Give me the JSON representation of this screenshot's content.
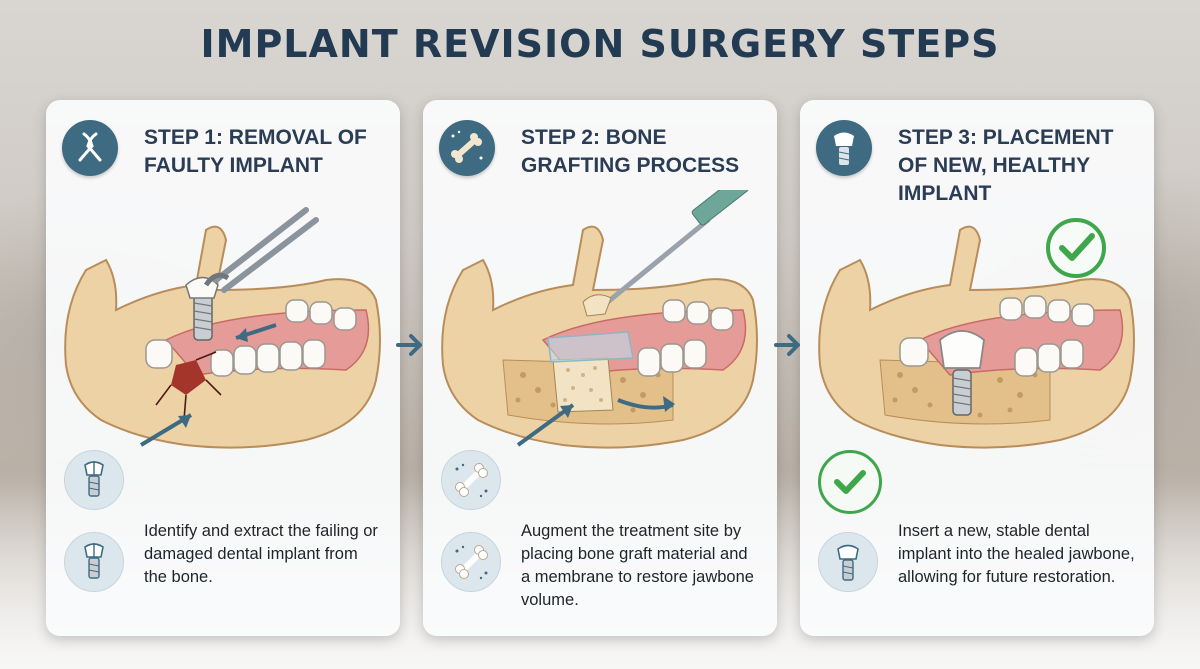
{
  "title": "IMPLANT REVISION SURGERY STEPS",
  "steps": [
    {
      "title": "STEP 1: REMOVAL OF FAULTY IMPLANT",
      "description": "Identify and extract the failing or damaged dental implant from the bone.",
      "icon": "dental-forceps-icon",
      "mini_icons": [
        "broken-implant-icon",
        "broken-implant-icon"
      ]
    },
    {
      "title": "STEP 2: BONE GRAFTING PROCESS",
      "description": "Augment the treatment site by placing bone graft material and a membrane to restore jawbone volume.",
      "icon": "bone-graft-icon",
      "mini_icons": [
        "bone-graft-icon",
        "bone-graft-icon"
      ]
    },
    {
      "title": "STEP 3: PLACEMENT OF NEW, HEALTHY IMPLANT",
      "description": "Insert a new, stable dental implant into the healed jawbone, allowing for future restoration.",
      "icon": "dental-implant-icon",
      "mini_icons": [
        "check-icon",
        "dental-implant-icon"
      ]
    }
  ],
  "colors": {
    "title": "#223a52",
    "icon_bg": "#3f6b82",
    "bone": "#ecd2a4",
    "gum": "#e59b98",
    "check": "#3ea64b",
    "arrow": "#3f6b82"
  }
}
